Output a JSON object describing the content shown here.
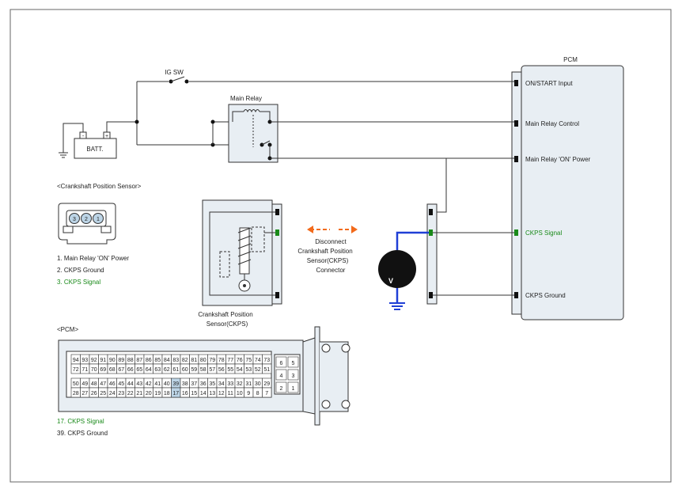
{
  "labels": {
    "ig_sw": "IG SW",
    "main_relay": "Main Relay",
    "battery": "BATT.",
    "batt_minus": "-",
    "batt_plus": "+",
    "pcm_title": "PCM",
    "pcm_pins": [
      "ON/START Input",
      "Main Relay Control",
      "Main Relay 'ON' Power",
      "CKPS Signal",
      "CKPS Ground"
    ],
    "sensor_caption_1": "Crankshaft Position",
    "sensor_caption_2": "Sensor(CKPS)",
    "disconnect": [
      "Disconnect",
      "Crankshaft Position",
      "Sensor(CKPS)",
      "Connector"
    ],
    "voltmeter": "V"
  },
  "ckps_connector": {
    "title": "<Crankshaft Position Sensor>",
    "pins": [
      "3",
      "2",
      "1"
    ],
    "legend": [
      "1.   Main Relay 'ON' Power",
      "2. CKPS Ground",
      "3. CKPS Signal"
    ]
  },
  "pcm_connector": {
    "title": "<PCM>",
    "rows": [
      [
        "94",
        "93",
        "92",
        "91",
        "90",
        "89",
        "88",
        "87",
        "86",
        "85",
        "84",
        "83",
        "82",
        "81",
        "80",
        "79",
        "78",
        "77",
        "76",
        "75",
        "74",
        "73"
      ],
      [
        "72",
        "71",
        "70",
        "69",
        "68",
        "67",
        "66",
        "65",
        "64",
        "63",
        "62",
        "61",
        "60",
        "59",
        "58",
        "57",
        "56",
        "55",
        "54",
        "53",
        "52",
        "51"
      ],
      [
        "50",
        "49",
        "48",
        "47",
        "46",
        "45",
        "44",
        "43",
        "42",
        "41",
        "40",
        "39",
        "38",
        "37",
        "36",
        "35",
        "34",
        "33",
        "32",
        "31",
        "30",
        "29"
      ],
      [
        "28",
        "27",
        "26",
        "25",
        "24",
        "23",
        "22",
        "21",
        "20",
        "19",
        "18",
        "17",
        "16",
        "15",
        "14",
        "13",
        "12",
        "11",
        "10",
        "9",
        "8",
        "7"
      ]
    ],
    "side_pins": [
      [
        "6",
        "5"
      ],
      [
        "4",
        "3"
      ],
      [
        "2",
        "1"
      ]
    ],
    "highlighted": [
      "39",
      "17"
    ],
    "legend": [
      "17. CKPS Signal",
      "39. CKPS Ground"
    ]
  },
  "colors": {
    "signal_green": "#1a8a1a",
    "meter_blue": "#1f3fd6",
    "arrow_orange": "#f26a1b",
    "box_fill": "#e8eef3",
    "highlight": "#bcd4e6"
  }
}
